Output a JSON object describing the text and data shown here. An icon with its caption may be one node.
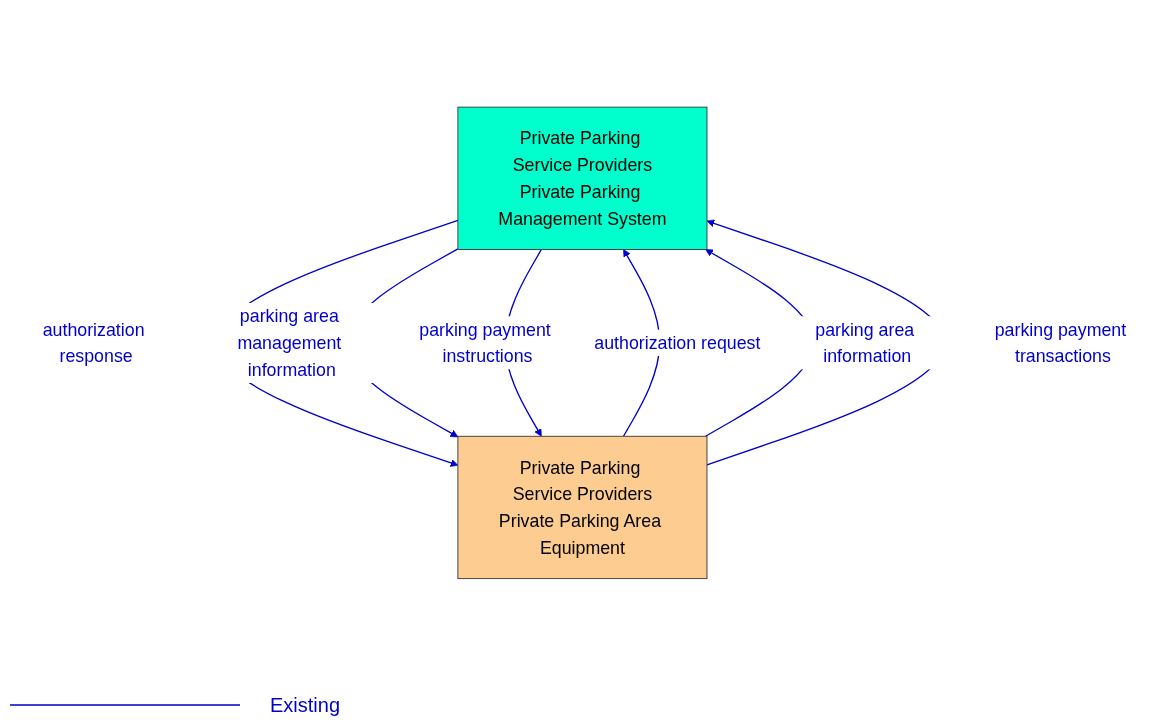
{
  "diagram": {
    "nodes": [
      {
        "text": [
          "Private Parking Service Providers",
          "Private Parking Management System"
        ]
      },
      {
        "text": [
          "Private Parking Service Providers",
          "Private Parking Area Equipment"
        ]
      }
    ],
    "edges": [
      {
        "from": 1,
        "to": 0,
        "arrow": "to",
        "label": "authorization request"
      },
      {
        "from": 1,
        "to": 0,
        "arrow": "to",
        "label": "parking area information"
      },
      {
        "from": 1,
        "to": 0,
        "arrow": "to",
        "label": "parking payment transactions"
      },
      {
        "from": 0,
        "to": 1,
        "arrow": "to",
        "label": "authorization response"
      },
      {
        "from": 0,
        "to": 1,
        "arrow": "to",
        "label": "parking area management information"
      },
      {
        "from": 0,
        "to": 1,
        "arrow": "to",
        "label": "parking payment instructions"
      }
    ],
    "legend": [
      {
        "text": "Existing"
      }
    ]
  }
}
